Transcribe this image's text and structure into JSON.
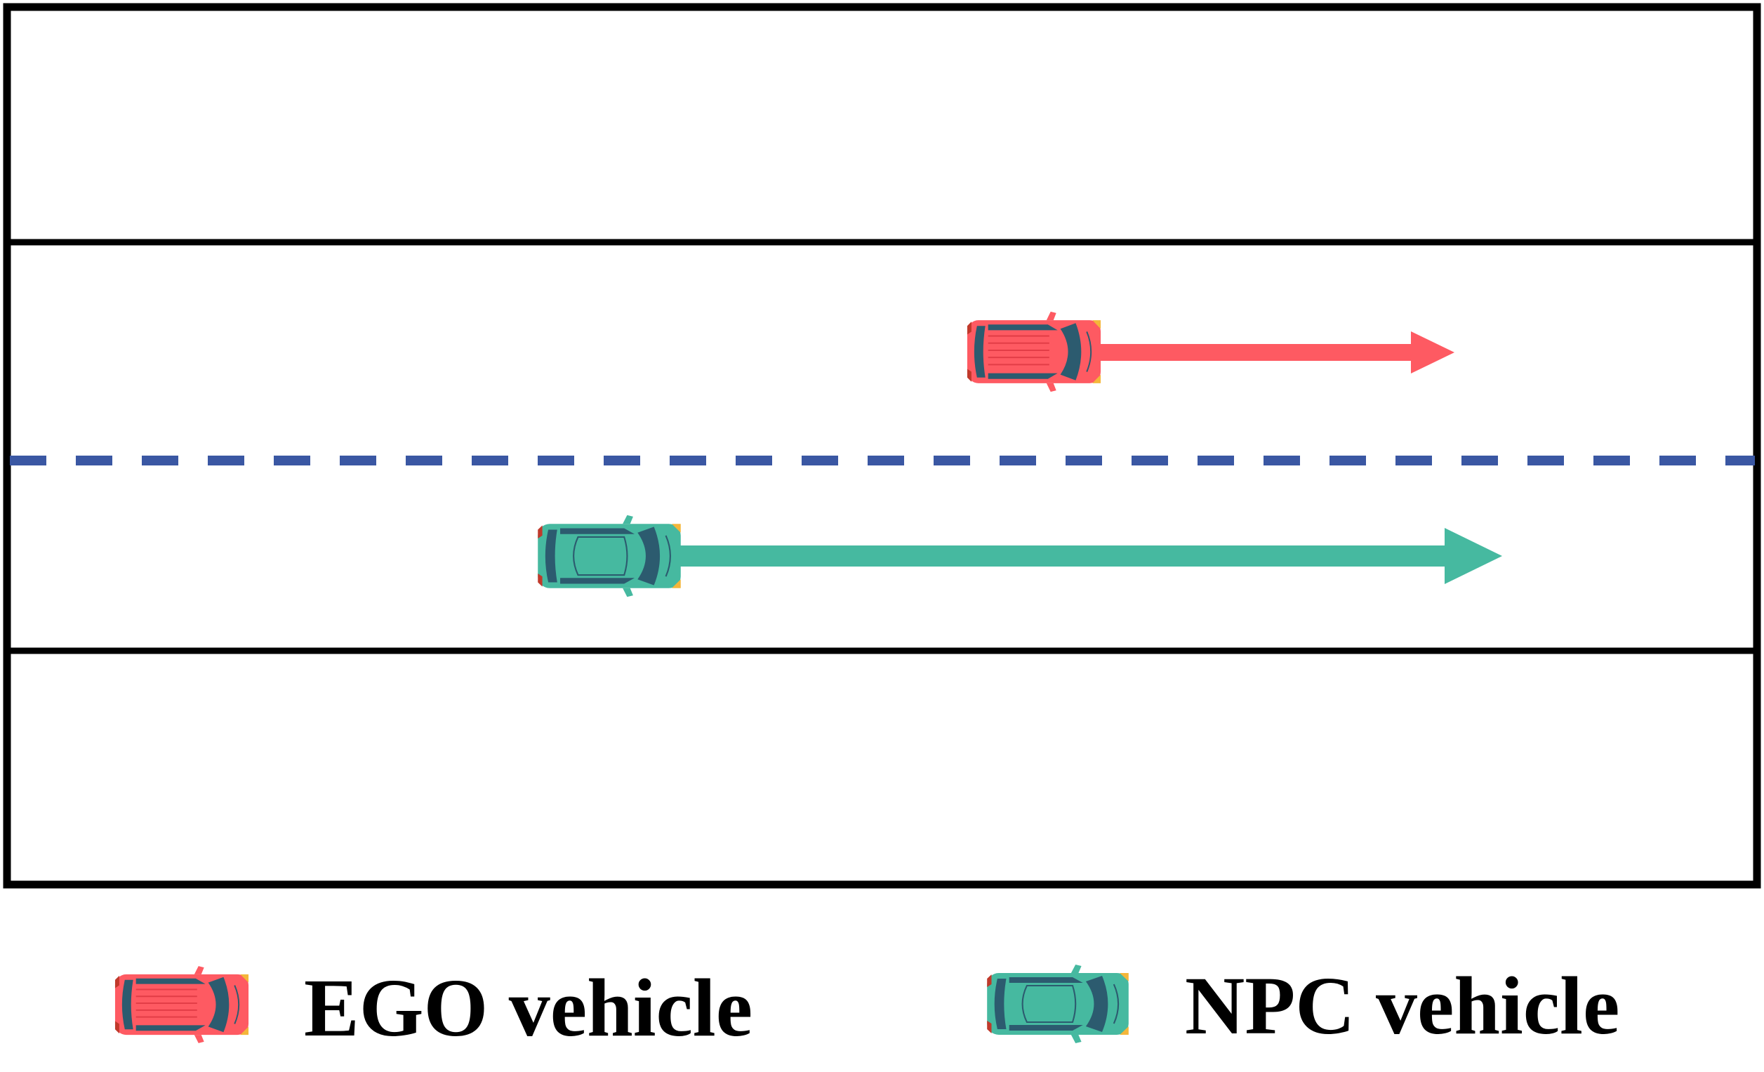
{
  "colors": {
    "road_border": "#000000",
    "lane_divider": "#3a57a3",
    "ego": "#fe5a62",
    "npc": "#46b9a0",
    "window": "#2c5b6f",
    "headlight": "#f4b63a",
    "taillight": "#c0392b",
    "background": "#ffffff"
  },
  "scene": {
    "lanes": 2,
    "lane_divider_style": "dashed",
    "vehicles": [
      {
        "role": "ego",
        "icon": "red-car-icon",
        "direction": "right",
        "motion": "arrow"
      },
      {
        "role": "npc",
        "icon": "teal-car-icon",
        "direction": "right",
        "motion": "arrow"
      }
    ]
  },
  "legend": {
    "ego_label": "EGO vehicle",
    "npc_label": "NPC vehicle",
    "ego_icon": "red-car-icon",
    "npc_icon": "teal-car-icon"
  }
}
